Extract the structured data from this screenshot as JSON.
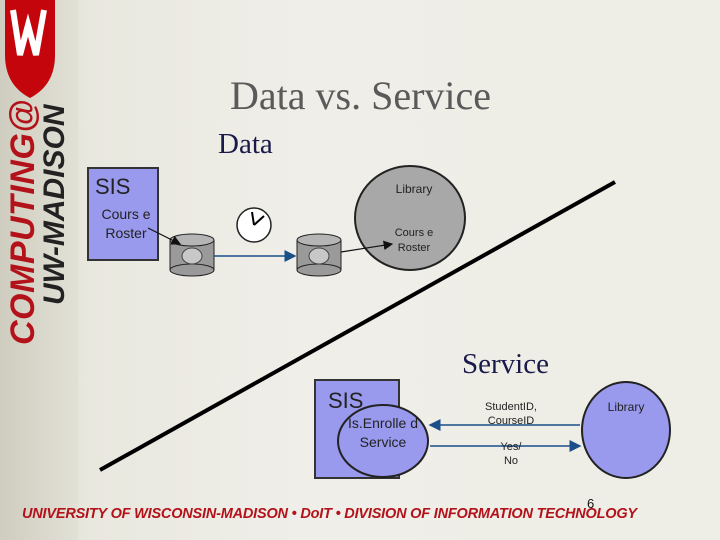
{
  "slide": {
    "title": "Data vs. Service",
    "page_number": "6",
    "footer": "UNIVERSITY OF WISCONSIN-MADISON • DoIT • DIVISION OF INFORMATION TECHNOLOGY",
    "sidebar": {
      "line1": "COMPUTING@",
      "line2": "UW-MADISON"
    }
  },
  "data_section": {
    "heading": "Data",
    "sis": {
      "label": "SIS",
      "db_label": "Cours e Roster"
    },
    "library": {
      "label": "Library",
      "db_label": "Cours e Roster"
    }
  },
  "service_section": {
    "heading": "Service",
    "sis": {
      "label": "SIS",
      "service_label": "Is.Enrolle d Service"
    },
    "request_label": "StudentID, CourseID",
    "response_label": "Yes/ No",
    "library": {
      "label": "Library"
    }
  },
  "colors": {
    "sis_fill": "#9999ee",
    "library_fill": "#a8a8a8",
    "arrow": "#1a4f8a",
    "footer_red": "#b3121a"
  }
}
